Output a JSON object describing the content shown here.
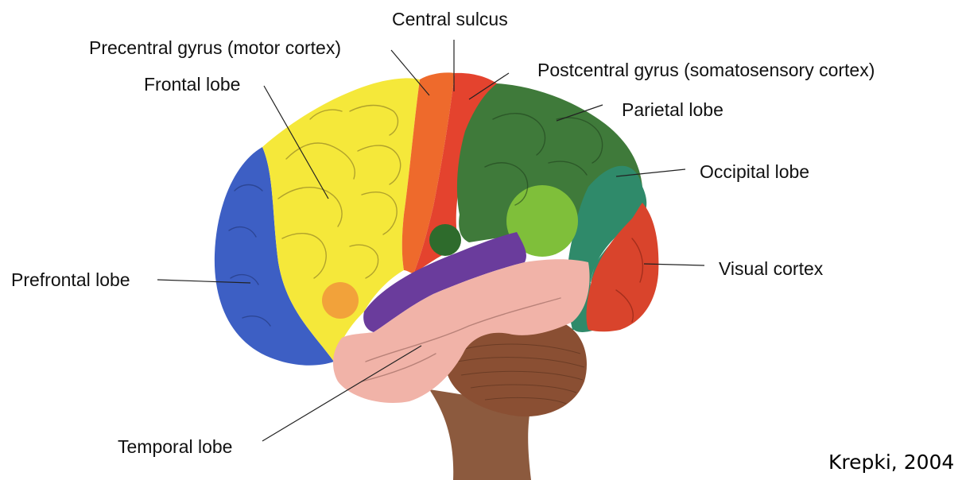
{
  "labels": {
    "central_sulcus": "Central sulcus",
    "precentral_gyrus": "Precentral gyrus (motor cortex)",
    "frontal_lobe": "Frontal lobe",
    "postcentral_gyrus": "Postcentral gyrus (somatosensory cortex)",
    "parietal_lobe": "Parietal lobe",
    "occipital_lobe": "Occipital lobe",
    "prefrontal_lobe": "Prefrontal lobe",
    "visual_cortex": "Visual cortex",
    "temporal_lobe": "Temporal lobe"
  },
  "credit": "Krepki, 2004",
  "colors": {
    "prefrontal": "#3d5fc4",
    "frontal": "#f5e83a",
    "precentral": "#ee6a2c",
    "central": "#e4432e",
    "postcentral_parietal": "#3f7a3a",
    "occipital": "#2f8a6a",
    "visual": "#d9442c",
    "lightgreen": "#7fbf3a",
    "purple": "#6a3c9c",
    "temporal": "#f1b3a8",
    "cerebellum": "#8a4f33",
    "brainstem": "#8c5a3e",
    "orange_spot": "#f2a23a"
  }
}
